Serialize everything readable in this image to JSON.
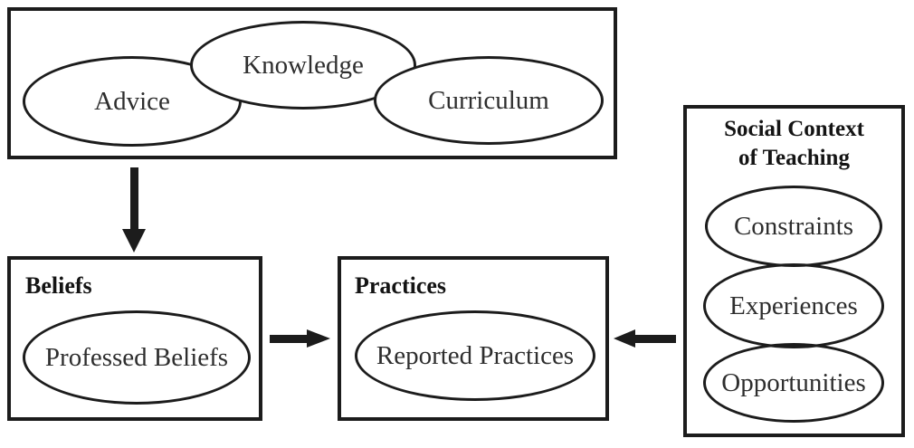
{
  "palette": {
    "background": "#ffffff",
    "stroke": "#1c1c1c",
    "label_text": "#2e2e2e",
    "title_text": "#141414"
  },
  "sources_box": {
    "ellipses": [
      {
        "label": "Advice"
      },
      {
        "label": "Knowledge"
      },
      {
        "label": "Curriculum"
      }
    ]
  },
  "beliefs_box": {
    "title": "Beliefs",
    "ellipse_label": "Professed Beliefs"
  },
  "practices_box": {
    "title": "Practices",
    "ellipse_label": "Reported Practices"
  },
  "social_context_box": {
    "title_lines": [
      "Social Context",
      "of Teaching"
    ],
    "ellipses": [
      {
        "label": "Constraints"
      },
      {
        "label": "Experiences"
      },
      {
        "label": "Opportunities"
      }
    ]
  },
  "arrows": [
    {
      "name": "sources-to-beliefs",
      "direction": "down"
    },
    {
      "name": "beliefs-to-practices",
      "direction": "right"
    },
    {
      "name": "social-context-to-practices",
      "direction": "left"
    }
  ]
}
